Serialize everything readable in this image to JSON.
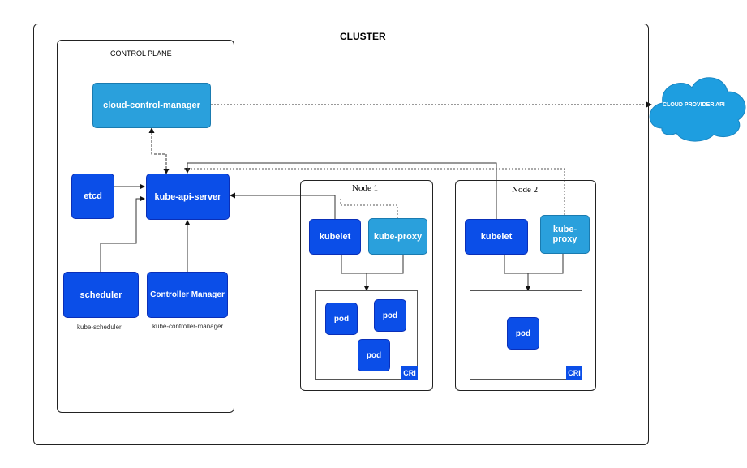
{
  "cluster": {
    "title": "CLUSTER"
  },
  "control_plane": {
    "title": "CONTROL PLANE",
    "cloud_control_manager": "cloud-control-manager",
    "etcd": "etcd",
    "kube_api_server": "kube-api-server",
    "scheduler": "scheduler",
    "scheduler_sub": "kube-scheduler",
    "controller_manager": "Controller Manager",
    "controller_manager_sub": "kube-controller-manager"
  },
  "cloud_provider": {
    "label": "CLOUD PROVIDER API"
  },
  "nodes": [
    {
      "title": "Node 1",
      "kubelet": "kubelet",
      "kube_proxy": "kube-proxy",
      "pods": [
        "pod",
        "pod",
        "pod"
      ],
      "cri": "CRI"
    },
    {
      "title": "Node 2",
      "kubelet": "kubelet",
      "kube_proxy": "kube-proxy",
      "pods": [
        "pod"
      ],
      "cri": "CRI"
    }
  ],
  "colors": {
    "dark_blue": "#0b4ee8",
    "light_blue": "#2aa0dc",
    "cloud": "#1e9ee0"
  }
}
